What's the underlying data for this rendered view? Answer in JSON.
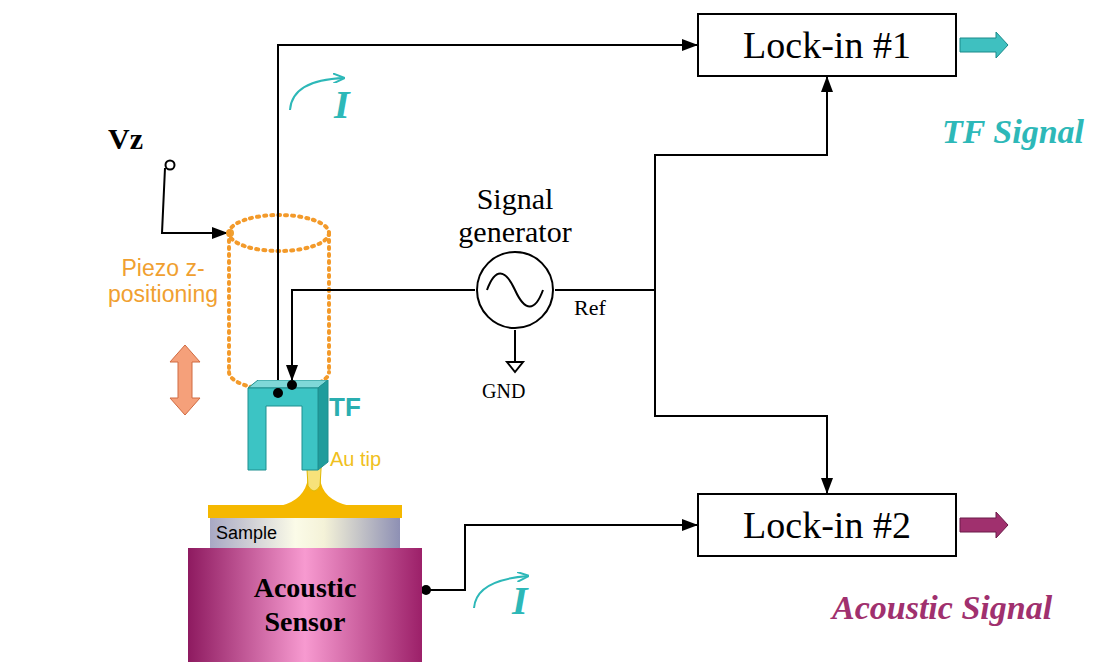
{
  "diagram": {
    "nodes": [
      {
        "text": [
          "Lock-in #1"
        ]
      },
      {
        "text": [
          "Lock-in #2"
        ]
      },
      {
        "text": [
          "Signal generator"
        ]
      },
      {
        "text": [
          "TF"
        ]
      },
      {
        "text": [
          "Sample"
        ]
      },
      {
        "text": [
          "Acoustic Sensor"
        ]
      }
    ],
    "edges": [
      {
        "from": 3,
        "to": 0,
        "arrow": "to"
      },
      {
        "from": 2,
        "to": 3,
        "arrow": "to"
      },
      {
        "from": 2,
        "to": 0,
        "arrow": "to"
      },
      {
        "from": 2,
        "to": 1,
        "arrow": "to"
      },
      {
        "from": 5,
        "to": 1,
        "arrow": "to"
      }
    ],
    "labels": [
      "Vz",
      "Piezo z-positioning",
      "I",
      "Ref",
      "GND",
      "Au tip",
      "I",
      "TF Signal",
      "Acoustic Signal"
    ]
  }
}
